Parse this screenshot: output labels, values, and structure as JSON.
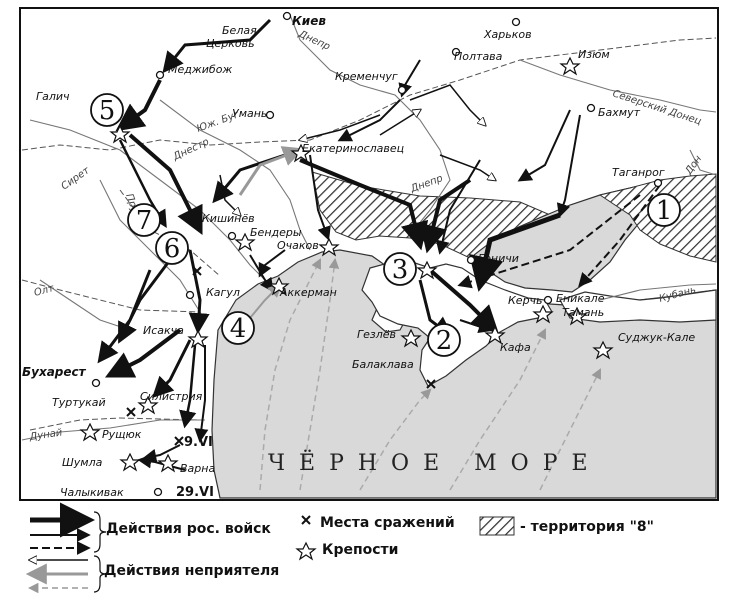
{
  "cities": {
    "kiev": "Киев",
    "belaya_tserkov_1": "Белая",
    "belaya_tserkov_2": "Церковь",
    "kharkov": "Харьков",
    "poltava": "Полтава",
    "izyum": "Изюм",
    "medzhibozh": "Меджибож",
    "kremenchug": "Кременчуг",
    "galich": "Галич",
    "uman": "Умань",
    "bakhmut": "Бахмут",
    "ekaterinoslav": "Екатеринославец",
    "taganrog": "Таганрог",
    "kishinev": "Кишинёв",
    "bendery": "Бендеры",
    "ochakov": "Очаков",
    "genichi": "Геничи",
    "kagul": "Кагул",
    "akkerman": "Аккерман",
    "kerch": "Керчь",
    "enikale": "Еникале",
    "taman": "Тамань",
    "isakcha": "Исакча",
    "gezlev": "Гезлёв",
    "kafa": "Кафа",
    "sudzhuk_kale": "Суджук-Кале",
    "balaklava": "Балаклава",
    "bukharest": "Бухарест",
    "turtukay": "Туртукай",
    "silistriya": "Силистрия",
    "rushchuk": "Рущюк",
    "shumla": "Шумла",
    "varna": "Варна",
    "chalykivak": "Чалыкивак"
  },
  "rivers": {
    "dnepr_top": "Днепр",
    "dnepr_bottom": "Днепр",
    "severskiy_donets": "Северский Донец",
    "yuzh_bug": "Юж. Буг",
    "dnestr": "Днестр",
    "siret": "Сирет",
    "prut": "Прут",
    "olt": "Олт",
    "dunay": "Дунай",
    "don": "Дон",
    "kuban": "Кубань"
  },
  "sea_label": "ЧЁРНОЕ МОРЕ",
  "markers": [
    "1",
    "2",
    "3",
    "4",
    "5",
    "6",
    "7"
  ],
  "dates": {
    "d1": "9.VI",
    "d2": "29.VI"
  },
  "legend": {
    "russian_actions": "Действия рос. войск",
    "enemy_actions": "Действия неприятеля",
    "battles": "Места сражений",
    "fortresses": "Крепости",
    "territory": "- территория \"8\""
  },
  "colors": {
    "sea": "#d9d9d9",
    "land": "#ffffff",
    "line": "#111111",
    "enemy": "#9a9a9a"
  }
}
